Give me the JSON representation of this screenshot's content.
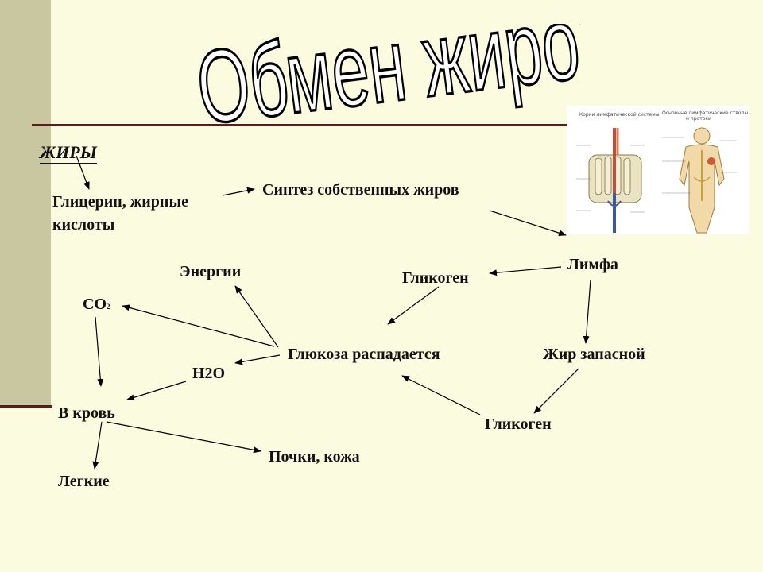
{
  "title": "Обмен жиров",
  "heading": "ЖИРЫ",
  "nodes": {
    "glycerol_line1": "Глицерин, жирные",
    "glycerol_line2": "кислоты",
    "synthesis": "Синтез собственных жиров",
    "lymph": "Лимфа",
    "glycogen_top": "Гликоген",
    "energy": "Энергии",
    "co2": "CO",
    "co2_sub": "2",
    "glucose": "Глюкоза распадается",
    "reserve_fat": "Жир запасной",
    "h2o": "H2O",
    "blood": "В кровь",
    "glycogen_bottom": "Гликоген",
    "kidneys": "Почки, кожа",
    "lungs": "Легкие"
  },
  "illustration": {
    "left_caption": "Корни лимфатической системы",
    "right_caption_line1": "Основные лимфатические стволы",
    "right_caption_line2": "и протоки"
  }
}
